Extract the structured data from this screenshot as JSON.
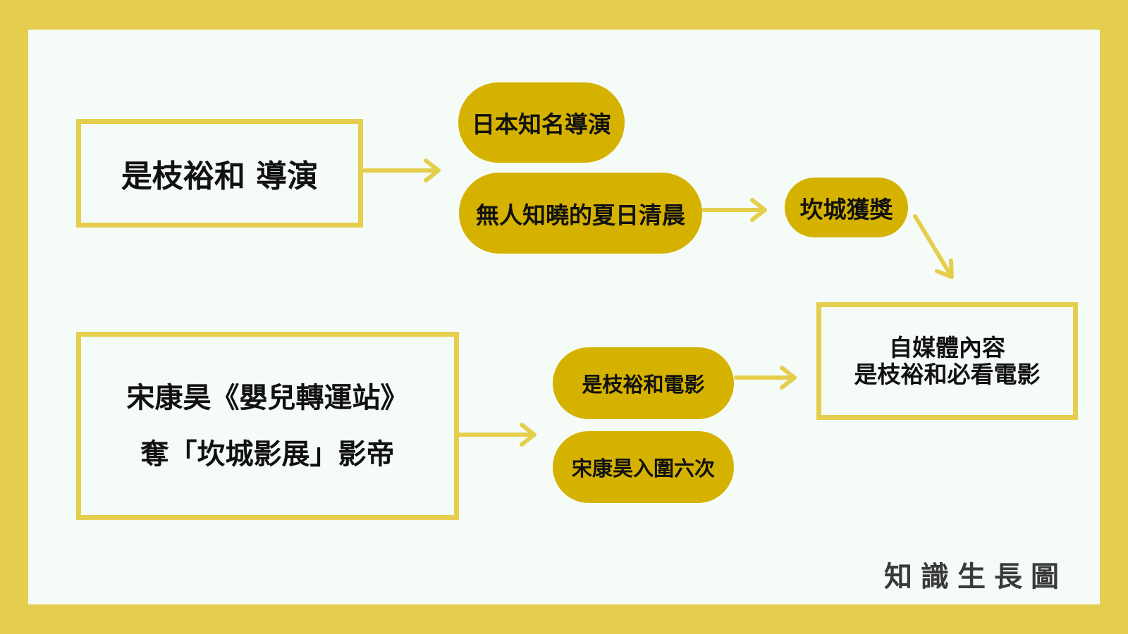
{
  "colors": {
    "frame": "#e5ce4e",
    "background": "#f5fbf7",
    "pill": "#d6b200",
    "arrow": "#e5ce4e",
    "text": "#111111",
    "brand_text": "#3a3a3a"
  },
  "nodes": {
    "director": "是枝裕和 導演",
    "song_line1": "宋康昊《嬰兒轉運站》",
    "song_line2": "奪「坎城影展」影帝",
    "japan_director": "日本知名導演",
    "summer_morning": "無人知曉的夏日清晨",
    "cannes_award": "坎城獲獎",
    "kore_film": "是枝裕和電影",
    "song_six": "宋康昊入圍六次",
    "media_line1": "自媒體內容",
    "media_line2": "是枝裕和必看電影"
  },
  "edges": [
    {
      "from": "director",
      "to": "japan_director"
    },
    {
      "from": "summer_morning",
      "to": "cannes_award"
    },
    {
      "from": "cannes_award",
      "to": "media"
    },
    {
      "from": "song",
      "to": "kore_film"
    },
    {
      "from": "kore_film",
      "to": "media"
    }
  ],
  "brand": "知識生長圖"
}
